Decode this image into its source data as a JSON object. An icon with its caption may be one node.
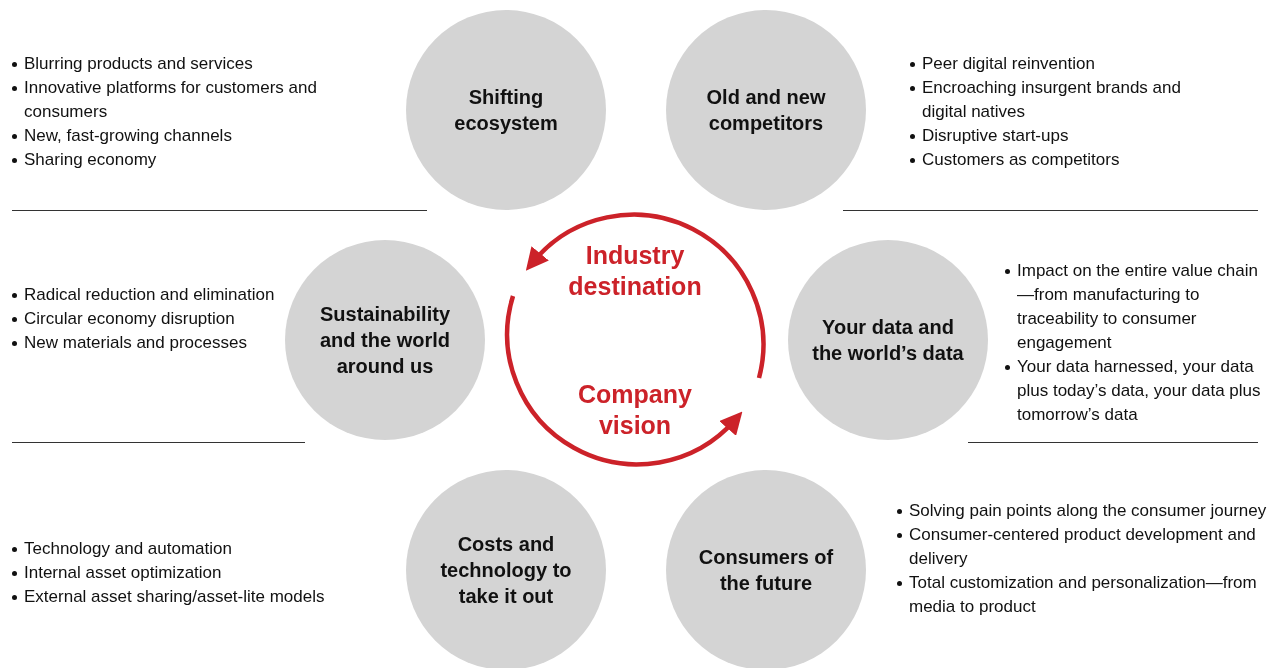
{
  "diagram": {
    "nodes": [
      {
        "text": [
          "Shifting ecosystem"
        ],
        "beside": [
          "Blurring products and services",
          "Innovative platforms for customers and consumers",
          "New, fast-growing channels",
          "Sharing economy"
        ]
      },
      {
        "text": [
          "Old and new competitors"
        ],
        "beside": [
          "Peer digital reinvention",
          "Encroaching insurgent brands and digital natives",
          "Disruptive start-ups",
          "Customers as competitors"
        ]
      },
      {
        "text": [
          "Sustainability and the world around us"
        ],
        "beside": [
          "Radical reduction and elimination",
          "Circular economy disruption",
          "New materials and processes"
        ]
      },
      {
        "text": [
          "Your data and the world’s data"
        ],
        "beside": [
          "Impact on the entire value chain—from manufacturing to traceability to consumer engagement",
          "Your data harnessed, your data plus today’s data, your data plus tomorrow’s data"
        ]
      },
      {
        "text": [
          "Costs and technology to take it out"
        ],
        "beside": [
          "Technology and automation",
          "Internal asset optimization",
          "External asset sharing/asset-lite models"
        ]
      },
      {
        "text": [
          "Consumers of the future"
        ],
        "beside": [
          "Solving pain points along the consumer journey",
          "Consumer-centered product development and delivery",
          "Total customization and personalization—from media to product"
        ]
      }
    ],
    "labels": [
      "Industry destination",
      "Company vision"
    ]
  }
}
